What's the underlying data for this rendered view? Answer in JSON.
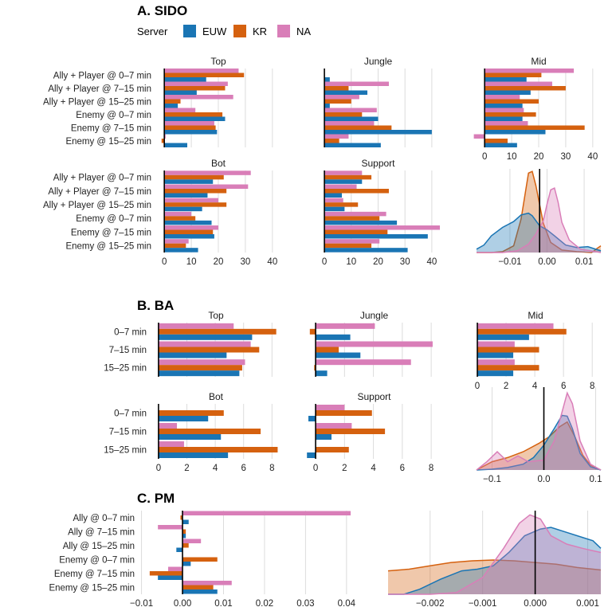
{
  "colors": {
    "EUW": "#1a75b4",
    "KR": "#d5610f",
    "NA": "#d97eb8"
  },
  "legend": {
    "title": "Server",
    "items": [
      "EUW",
      "KR",
      "NA"
    ]
  },
  "chart_data": [
    {
      "panel": "A. SIDO",
      "type": "bar",
      "orientation": "horizontal",
      "facets": [
        "Top",
        "Jungle",
        "Mid",
        "Bot",
        "Support"
      ],
      "categories": [
        "Ally + Player @ 0–7 min",
        "Ally + Player @ 7–15 min",
        "Ally + Player @ 15–25 min",
        "Enemy @ 0–7 min",
        "Enemy @ 7–15 min",
        "Enemy @ 15–25 min"
      ],
      "xlim": [
        -3,
        43
      ],
      "xticks": [
        0,
        10,
        20,
        30,
        40
      ],
      "series": {
        "Top": {
          "NA": [
            27.5,
            23.5,
            25.5,
            11.5,
            18.5,
            0.5
          ],
          "KR": [
            29.5,
            22.5,
            6,
            21.5,
            19,
            -1
          ],
          "EUW": [
            15.5,
            12,
            5,
            22.5,
            19.5,
            8.5
          ]
        },
        "Jungle": {
          "NA": [
            0,
            24,
            13,
            19.5,
            18.5,
            9
          ],
          "KR": [
            0,
            9,
            10,
            14,
            25,
            5.5
          ],
          "EUW": [
            2,
            16,
            2,
            20,
            40,
            21
          ]
        },
        "Mid": {
          "NA": [
            33,
            25,
            13,
            14.5,
            16,
            -4
          ],
          "KR": [
            21,
            30,
            20,
            19,
            37,
            8.5
          ],
          "EUW": [
            15.5,
            17,
            14,
            14,
            22.5,
            12
          ]
        },
        "Bot": {
          "NA": [
            32,
            31,
            20,
            10,
            20,
            9
          ],
          "KR": [
            22,
            23,
            23,
            11.5,
            18,
            8
          ],
          "EUW": [
            18,
            16,
            14,
            17.5,
            18.5,
            12.5
          ]
        },
        "Support": {
          "NA": [
            14,
            12,
            7,
            23,
            43,
            20.5
          ],
          "KR": [
            17.5,
            24,
            12.5,
            20.5,
            23.5,
            17.5
          ],
          "EUW": [
            14,
            6.5,
            7.5,
            27,
            38.5,
            31
          ]
        }
      },
      "density": {
        "xlim": [
          -0.019,
          0.0145
        ],
        "xticks": [
          -0.01,
          0.0,
          0.01
        ],
        "xtick_labels": [
          "−0.01",
          "0.00",
          "0.01"
        ],
        "vline": -0.002,
        "curves": {
          "EUW": [
            [
              -0.019,
              0.04
            ],
            [
              -0.017,
              0.09
            ],
            [
              -0.015,
              0.2
            ],
            [
              -0.012,
              0.3
            ],
            [
              -0.009,
              0.37
            ],
            [
              -0.007,
              0.45
            ],
            [
              -0.005,
              0.47
            ],
            [
              -0.004,
              0.44
            ],
            [
              -0.002,
              0.32
            ],
            [
              0.0,
              0.27
            ],
            [
              0.002,
              0.2
            ],
            [
              0.005,
              0.09
            ],
            [
              0.008,
              0.06
            ],
            [
              0.011,
              0.07
            ],
            [
              0.0145,
              0.02
            ]
          ],
          "KR": [
            [
              -0.019,
              0.0
            ],
            [
              -0.015,
              0.0
            ],
            [
              -0.012,
              0.01
            ],
            [
              -0.009,
              0.08
            ],
            [
              -0.007,
              0.4
            ],
            [
              -0.005,
              0.95
            ],
            [
              -0.004,
              0.97
            ],
            [
              -0.003,
              0.8
            ],
            [
              -0.001,
              0.35
            ],
            [
              0.001,
              0.12
            ],
            [
              0.004,
              0.03
            ],
            [
              0.008,
              0.01
            ],
            [
              0.012,
              0.0
            ],
            [
              0.0135,
              0.05
            ],
            [
              0.0145,
              0.08
            ]
          ],
          "NA": [
            [
              -0.019,
              0.0
            ],
            [
              -0.012,
              0.0
            ],
            [
              -0.008,
              0.02
            ],
            [
              -0.005,
              0.1
            ],
            [
              -0.003,
              0.22
            ],
            [
              -0.001,
              0.38
            ],
            [
              0.0,
              0.58
            ],
            [
              0.001,
              0.75
            ],
            [
              0.002,
              0.77
            ],
            [
              0.003,
              0.6
            ],
            [
              0.004,
              0.36
            ],
            [
              0.006,
              0.15
            ],
            [
              0.009,
              0.04
            ],
            [
              0.0145,
              0.0
            ]
          ]
        }
      }
    },
    {
      "panel": "B. BA",
      "type": "bar",
      "orientation": "horizontal",
      "facets": [
        "Top",
        "Jungle",
        "Mid",
        "Bot",
        "Support"
      ],
      "categories": [
        "0–7 min",
        "7–15 min",
        "15–25 min"
      ],
      "xlim": [
        -0.5,
        8.6
      ],
      "xticks": [
        0,
        2,
        4,
        6,
        8
      ],
      "series": {
        "Top": {
          "NA": [
            5.3,
            6.5,
            6.1
          ],
          "KR": [
            8.3,
            7.1,
            5.9
          ],
          "EUW": [
            6.6,
            4.8,
            5.7
          ]
        },
        "Jungle": {
          "NA": [
            4.1,
            8.1,
            6.6
          ],
          "KR": [
            -0.4,
            1.6,
            -0.1
          ],
          "EUW": [
            2.4,
            3.1,
            0.8
          ]
        },
        "Mid": {
          "NA": [
            5.3,
            2.6,
            2.6
          ],
          "KR": [
            6.2,
            4.3,
            4.3
          ],
          "EUW": [
            3.6,
            2.5,
            2.5
          ]
        },
        "Bot": {
          "NA": [
            0,
            1.3,
            1.8
          ],
          "KR": [
            4.6,
            7.2,
            8.4
          ],
          "EUW": [
            3.5,
            4.4,
            4.9
          ]
        },
        "Support": {
          "NA": [
            2.0,
            2.5,
            0
          ],
          "KR": [
            3.9,
            4.8,
            2.3
          ],
          "EUW": [
            -0.5,
            1.1,
            -0.6
          ]
        }
      },
      "density": {
        "xlim": [
          -0.13,
          0.11
        ],
        "xticks": [
          -0.1,
          0.0,
          0.1
        ],
        "xtick_labels": [
          "−0.1",
          "0.0",
          "0.1"
        ],
        "vline": 0.0,
        "curves": {
          "EUW": [
            [
              -0.13,
              0.0
            ],
            [
              -0.1,
              0.01
            ],
            [
              -0.07,
              0.03
            ],
            [
              -0.04,
              0.07
            ],
            [
              -0.02,
              0.15
            ],
            [
              0.0,
              0.3
            ],
            [
              0.02,
              0.5
            ],
            [
              0.035,
              0.66
            ],
            [
              0.045,
              0.65
            ],
            [
              0.055,
              0.5
            ],
            [
              0.07,
              0.2
            ],
            [
              0.09,
              0.04
            ],
            [
              0.11,
              0.0
            ]
          ],
          "KR": [
            [
              -0.13,
              0.0
            ],
            [
              -0.1,
              0.1
            ],
            [
              -0.07,
              0.15
            ],
            [
              -0.04,
              0.22
            ],
            [
              -0.01,
              0.32
            ],
            [
              0.01,
              0.4
            ],
            [
              0.03,
              0.52
            ],
            [
              0.045,
              0.58
            ],
            [
              0.06,
              0.4
            ],
            [
              0.075,
              0.18
            ],
            [
              0.09,
              0.06
            ],
            [
              0.11,
              0.0
            ]
          ],
          "NA": [
            [
              -0.13,
              0.0
            ],
            [
              -0.11,
              0.1
            ],
            [
              -0.09,
              0.22
            ],
            [
              -0.07,
              0.1
            ],
            [
              -0.05,
              0.17
            ],
            [
              -0.03,
              0.1
            ],
            [
              0.0,
              0.12
            ],
            [
              0.02,
              0.35
            ],
            [
              0.035,
              0.7
            ],
            [
              0.045,
              0.93
            ],
            [
              0.055,
              0.8
            ],
            [
              0.07,
              0.35
            ],
            [
              0.09,
              0.07
            ],
            [
              0.11,
              0.0
            ]
          ]
        }
      }
    },
    {
      "panel": "C. PM",
      "type": "bar",
      "orientation": "horizontal",
      "categories": [
        "Ally @ 0–7 min",
        "Ally @ 7–15 min",
        "Ally @ 15–25 min",
        "Enemy @ 0–7 min",
        "Enemy @ 7–15 min",
        "Enemy @ 15–25 min"
      ],
      "xlim": [
        -0.0105,
        0.0445
      ],
      "xticks": [
        -0.01,
        0.0,
        0.01,
        0.02,
        0.03,
        0.04
      ],
      "xtick_labels": [
        "−0.01",
        "0.00",
        "0.01",
        "0.02",
        "0.03",
        "0.04"
      ],
      "series": {
        "NA": [
          0.041,
          -0.006,
          0.0045,
          0.0,
          -0.0035,
          0.012
        ],
        "KR": [
          -0.0005,
          0.0008,
          0.0015,
          0.0085,
          -0.008,
          0.0075
        ],
        "EUW": [
          0.0015,
          0.0008,
          -0.0015,
          0.002,
          -0.006,
          0.0085
        ]
      },
      "density": {
        "xlim": [
          -0.0028,
          0.00125
        ],
        "xticks": [
          -0.002,
          -0.001,
          0.0,
          0.001
        ],
        "xtick_labels": [
          "−0.002",
          "−0.001",
          "0.000",
          "0.001"
        ],
        "vline": 0.0,
        "curves": {
          "EUW": [
            [
              -0.0028,
              0.0
            ],
            [
              -0.0025,
              0.0
            ],
            [
              -0.0022,
              0.06
            ],
            [
              -0.0018,
              0.18
            ],
            [
              -0.0014,
              0.28
            ],
            [
              -0.0011,
              0.3
            ],
            [
              -0.0008,
              0.34
            ],
            [
              -0.0005,
              0.5
            ],
            [
              -0.0002,
              0.7
            ],
            [
              0.0001,
              0.78
            ],
            [
              0.0003,
              0.8
            ],
            [
              0.0006,
              0.74
            ],
            [
              0.0009,
              0.68
            ],
            [
              0.0011,
              0.64
            ],
            [
              0.00125,
              0.55
            ]
          ],
          "KR": [
            [
              -0.0028,
              0.28
            ],
            [
              -0.0024,
              0.3
            ],
            [
              -0.002,
              0.34
            ],
            [
              -0.0016,
              0.38
            ],
            [
              -0.0012,
              0.4
            ],
            [
              -0.0008,
              0.41
            ],
            [
              -0.0004,
              0.4
            ],
            [
              0.0,
              0.38
            ],
            [
              0.0004,
              0.36
            ],
            [
              0.0008,
              0.32
            ],
            [
              0.00125,
              0.29
            ]
          ],
          "NA": [
            [
              -0.0028,
              0.0
            ],
            [
              -0.002,
              0.0
            ],
            [
              -0.0015,
              0.02
            ],
            [
              -0.001,
              0.2
            ],
            [
              -0.0006,
              0.55
            ],
            [
              -0.0003,
              0.85
            ],
            [
              -0.0001,
              0.95
            ],
            [
              0.0001,
              0.9
            ],
            [
              0.0003,
              0.7
            ],
            [
              0.0006,
              0.6
            ],
            [
              0.0009,
              0.55
            ],
            [
              0.0011,
              0.52
            ],
            [
              0.00125,
              0.5
            ]
          ]
        }
      }
    }
  ]
}
